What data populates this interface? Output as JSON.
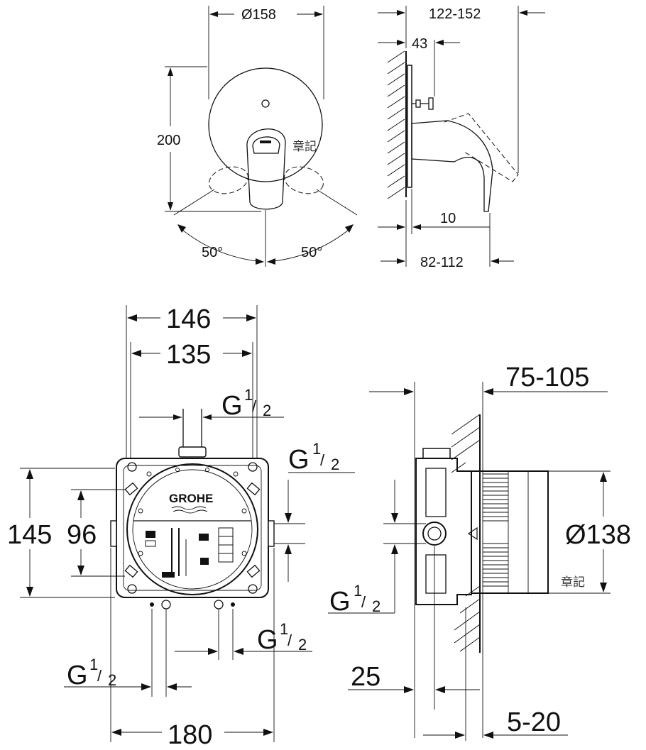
{
  "faceplate_dims": {
    "diameter": "Ø158",
    "height": "200",
    "angle_left": "50°",
    "angle_right": "50°"
  },
  "side_dims": {
    "projection_range": "122-152",
    "stem": "43",
    "plate_gap": "10",
    "body_range": "82-112"
  },
  "box_front_dims": {
    "outer_width": "146",
    "inner_width": "135",
    "height_outer": "145",
    "height_inner": "96",
    "base_width": "180",
    "logo": "GROHE"
  },
  "thread_labels": {
    "top": {
      "g": "G",
      "num": "1",
      "den": "2"
    },
    "right_side": {
      "g": "G",
      "num": "1",
      "den": "2"
    },
    "bottom_right": {
      "g": "G",
      "num": "1",
      "den": "2"
    },
    "bottom_left": {
      "g": "G",
      "num": "1",
      "den": "2"
    },
    "section_left": {
      "g": "G",
      "num": "1",
      "den": "2"
    }
  },
  "section_dims": {
    "depth_range": "75-105",
    "diameter": "Ø138",
    "offset": "25",
    "plaster_range": "5-20"
  },
  "watermarks": [
    "章記",
    "章記"
  ]
}
